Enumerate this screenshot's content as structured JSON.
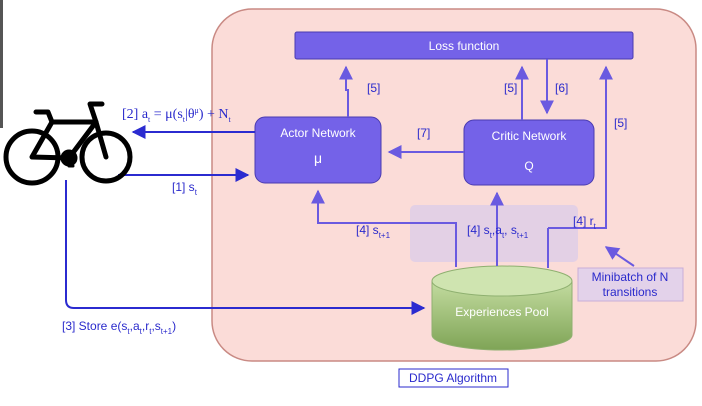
{
  "nodes": {
    "loss_function": "Loss function",
    "actor_network": "Actor Network",
    "actor_symbol": "μ",
    "critic_network": "Critic Network",
    "critic_symbol": "Q",
    "experiences_pool": "Experiences Pool",
    "minibatch_line1": "Minibatch of N",
    "minibatch_line2": "transitions",
    "algorithm_label": "DDPG Algorithm"
  },
  "edge_labels": {
    "actor_to_loss": "[5]",
    "critic_to_loss": "[5]",
    "loss_to_critic": "[6]",
    "reward_to_loss": "[5]",
    "critic_to_actor": "[7]",
    "action_prefix": "[2] a",
    "action_expr": " = μ(s",
    "action_cond": "|θ",
    "action_noise": ") + N",
    "state_prefix": "[1] s",
    "store_prefix": "[3] Store e(s",
    "sample_next_state_prefix": "[4] s",
    "sample_state_action_prefix": "[4] s",
    "sample_reward_prefix": "[4] r",
    "sub_t": "t",
    "sub_t1": "t+1",
    "sup_mu": "μ"
  },
  "colors": {
    "region_fill": "#fbdcd8",
    "region_stroke": "#c98a84",
    "box_fill": "#7462e8",
    "box_stroke": "#4a3bb0",
    "arrow": "#6a5ae0",
    "dark_arrow": "#2b2bd0",
    "label_text": "#2a2acc",
    "minibatch_fill": "#e3d2ea",
    "pool_fill": "#a8c880",
    "bike": "#000000"
  }
}
